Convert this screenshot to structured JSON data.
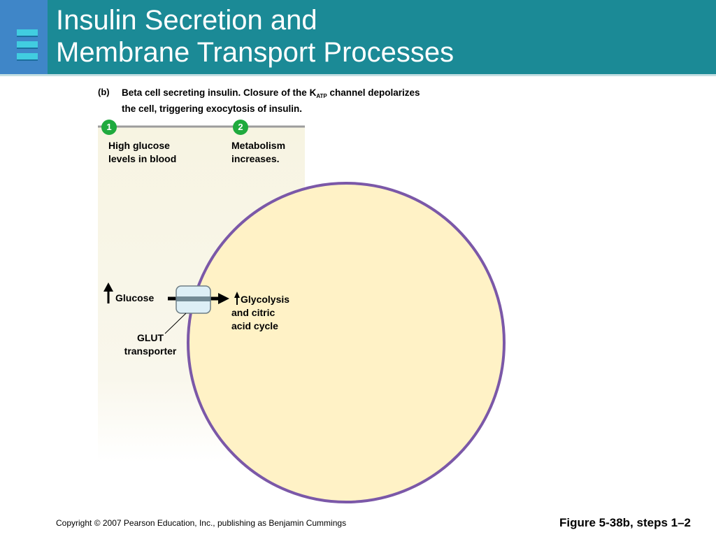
{
  "header": {
    "title_line1": "Insulin Secretion and",
    "title_line2": "Membrane Transport Processes"
  },
  "caption": {
    "label": "(b)",
    "text_part1": "Beta cell secreting insulin. Closure of the K",
    "subscript": "ATP",
    "text_part2": " channel depolarizes the cell, triggering exocytosis of insulin."
  },
  "steps": [
    {
      "number": "1",
      "line1": "High glucose",
      "line2": "levels in blood"
    },
    {
      "number": "2",
      "line1": "Metabolism",
      "line2": "increases."
    }
  ],
  "labels": {
    "glucose": "Glucose",
    "glut_line1": "GLUT",
    "glut_line2": "transporter",
    "glycolysis_line1": "Glycolysis",
    "glycolysis_line2": "and citric",
    "glycolysis_line3": "acid cycle"
  },
  "colors": {
    "header": "#1b8a96",
    "panel": "#f7f4e2",
    "cell": "#fff2c6",
    "membrane": "#7b58a8",
    "step_badge": "#1faa3e"
  },
  "footer": {
    "copyright": "Copyright © 2007 Pearson Education, Inc., publishing as Benjamin Cummings",
    "figure": "Figure 5-38b, steps 1–2"
  }
}
